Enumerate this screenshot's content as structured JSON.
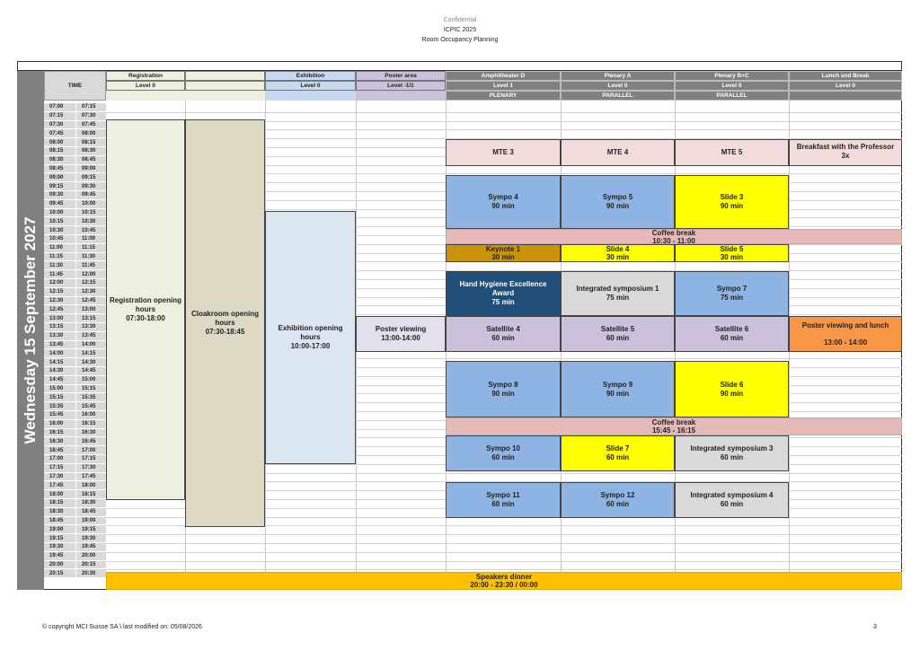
{
  "header": {
    "confidential": "Confidential",
    "event": "ICPIC 2025",
    "title": "Room Occupancy Planning"
  },
  "footer": {
    "copyright": "© copyright MCI Suisse SA \\ last modified on: 05/08/2026",
    "page": "3"
  },
  "day_label": "Wednesday 15 September 2027",
  "time_header": "TIME",
  "times": [
    "07:00",
    "07:15",
    "07:30",
    "07:45",
    "08:00",
    "08:15",
    "08:30",
    "08:45",
    "09:00",
    "09:15",
    "09:30",
    "09:45",
    "10:00",
    "10:15",
    "10:30",
    "10:45",
    "11:00",
    "11:15",
    "11:30",
    "11:45",
    "12:00",
    "12:15",
    "12:30",
    "12:45",
    "13:00",
    "13:15",
    "13:30",
    "13:45",
    "14:00",
    "14:15",
    "14:30",
    "14:45",
    "15:00",
    "15:15",
    "15:35",
    "15:45",
    "16:00",
    "16:15",
    "16:30",
    "16:45",
    "17:00",
    "17:15",
    "17:30",
    "17:45",
    "18:00",
    "18:15",
    "18:30",
    "18:45",
    "19:00",
    "19:15",
    "19:30",
    "19:45",
    "20:00",
    "20:15",
    "20:30"
  ],
  "times_end": [
    "07:15",
    "07:30",
    "07:45",
    "08:00",
    "08:15",
    "08:30",
    "08:45",
    "09:00",
    "09:15",
    "09:30",
    "09:45",
    "10:00",
    "10:15",
    "10:30",
    "10:45",
    "11:00",
    "11:15",
    "11:30",
    "11:45",
    "12:00",
    "12:15",
    "12:30",
    "12:45",
    "13:00",
    "13:15",
    "13:30",
    "13:45",
    "14:00",
    "14:15",
    "14:30",
    "14:45",
    "15:00",
    "15:15",
    "15:35",
    "15:45",
    "16:00",
    "16:15",
    "16:30",
    "16:45",
    "17:00",
    "17:15",
    "17:30",
    "17:45",
    "18:00",
    "18:15",
    "18:30",
    "18:45",
    "19:00",
    "19:15",
    "19:30",
    "19:45",
    "20:00",
    "20:15",
    "20:30"
  ],
  "columns": [
    {
      "name": "Registration",
      "level": "Level 0",
      "sub": "",
      "color": "#ebf1de"
    },
    {
      "name": "",
      "level": "",
      "sub": "",
      "color": "#ebf1de"
    },
    {
      "name": "Exhibition",
      "level": "Level 0",
      "sub": "",
      "color": "#c5d9f1"
    },
    {
      "name": "Poster area",
      "level": "Level -1/1",
      "sub": "",
      "color": "#ccc0da"
    },
    {
      "name": "Amphitheater D",
      "level": "Level 1",
      "sub": "PLENARY",
      "color": "#808080"
    },
    {
      "name": "Plenary A",
      "level": "Level 0",
      "sub": "PARALLEL",
      "color": "#808080"
    },
    {
      "name": "Plenary B+C",
      "level": "Level 0",
      "sub": "PARALLEL",
      "color": "#808080"
    },
    {
      "name": "Lunch and Break",
      "level": "Level 0",
      "sub": "",
      "color": "#808080"
    }
  ],
  "blocks": {
    "registration": {
      "line1": "Registration opening",
      "line2": "hours",
      "line3": "07:30-18:00"
    },
    "cloakroom": {
      "line1": "Cloakroom opening",
      "line2": "hours",
      "line3": "07:30-18:45"
    },
    "exhibition": {
      "line1": "Exhibition opening",
      "line2": "hours",
      "line3": "10:00-17:00"
    },
    "poster": {
      "line1": "Poster viewing",
      "line2": "13:00-14:00"
    },
    "mte3": {
      "line1": "MTE 3"
    },
    "mte4": {
      "line1": "MTE 4"
    },
    "mte5": {
      "line1": "MTE 5"
    },
    "breakfast": {
      "line1": "Breakfast with the Professor",
      "line2": "3x"
    },
    "sympo4": {
      "line1": "Sympo 4",
      "line2": "90 min"
    },
    "sympo5": {
      "line1": "Sympo 5",
      "line2": "90 min"
    },
    "slide3": {
      "line1": "Slide 3",
      "line2": "90 min"
    },
    "coffee1": {
      "line1": "Coffee break",
      "line2": "10:30 - 11:00"
    },
    "keynote1": {
      "line1": "Keynote 1",
      "line2": "30 min"
    },
    "slide4": {
      "line1": "Slide 4",
      "line2": "30 min"
    },
    "slide5": {
      "line1": "Slide 5",
      "line2": "30 min"
    },
    "hhea": {
      "line1": "Hand Hygiene Excellence",
      "line2": "Award",
      "line3": "75 min"
    },
    "integ1": {
      "line1": "Integrated symposium 1",
      "line2": "75 min"
    },
    "sympo7": {
      "line1": "Sympo 7",
      "line2": "75 min"
    },
    "sat4": {
      "line1": "Satellite 4",
      "line2": "60 min"
    },
    "sat5": {
      "line1": "Satellite 5",
      "line2": "60 min"
    },
    "sat6": {
      "line1": "Satellite 6",
      "line2": "60 min"
    },
    "posterlunch": {
      "line1": "Poster viewing and lunch",
      "line2": "13:00 - 14:00"
    },
    "sympo8": {
      "line1": "Sympo 8",
      "line2": "90 min"
    },
    "sympo9": {
      "line1": "Sympo 9",
      "line2": "90 min"
    },
    "slide6": {
      "line1": "Slide 6",
      "line2": "90 min"
    },
    "coffee2": {
      "line1": "Coffee break",
      "line2": "15:45 - 16:15"
    },
    "sympo10": {
      "line1": "Sympo 10",
      "line2": "60 min"
    },
    "slide7": {
      "line1": "Slide 7",
      "line2": "60 min"
    },
    "integ3": {
      "line1": "Integrated symposium 3",
      "line2": "60 min"
    },
    "sympo11": {
      "line1": "Sympo 11",
      "line2": "60 min"
    },
    "sympo12": {
      "line1": "Sympo 12",
      "line2": "60 min"
    },
    "integ4": {
      "line1": "Integrated symposium 4",
      "line2": "60 min"
    },
    "dinner": {
      "line1": "Speakers dinner",
      "line2": "20:00 - 23:30 / 00:00"
    }
  },
  "colors": {
    "pink": "#f2dcdb",
    "blue": "#8db4e2",
    "yellow": "#ffff00",
    "coffee": "#e6b8b7",
    "keynote": "#c9930a",
    "navy": "#1f4e79",
    "grey": "#d9d9d9",
    "lavender": "#ccc0da",
    "orange": "#f79646",
    "gold": "#ffc000"
  }
}
